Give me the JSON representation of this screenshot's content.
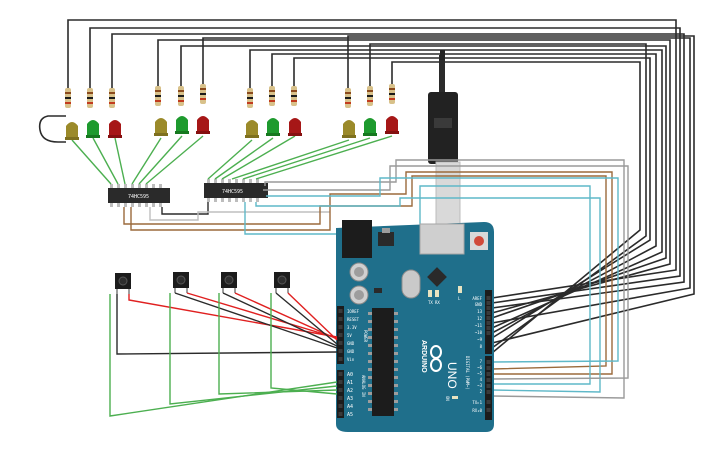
{
  "shift_registers": [
    {
      "label": "74HC595"
    },
    {
      "label": "74HC595"
    }
  ],
  "arduino": {
    "brand": "ARDUINO",
    "model": "UNO",
    "on_label": "ON",
    "power_pins": [
      "IOREF",
      "RESET",
      "3.3V",
      "5V",
      "GND",
      "GND",
      "Vin"
    ],
    "power_header": "POWER",
    "analog_pins": [
      "A0",
      "A1",
      "A2",
      "A3",
      "A4",
      "A5"
    ],
    "analog_header": "ANALOG IN",
    "digital_top_pins": [
      "AREF",
      "GND",
      "13",
      "12",
      "~11",
      "~10",
      "~9",
      "8"
    ],
    "digital_bottom_pins": [
      "7",
      "~6",
      "~5",
      "4",
      "~3",
      "2",
      "TX▸1",
      "RX◂0"
    ],
    "digital_header": "DIGITAL (PWM~)",
    "led_labels": [
      "TX",
      "RX",
      "L"
    ]
  },
  "leds": [
    {
      "color": "yellow",
      "fill": "#9b8a2a"
    },
    {
      "color": "green",
      "fill": "#1e9a2e"
    },
    {
      "color": "red",
      "fill": "#a61717"
    }
  ],
  "wire_colors": {
    "black": "#2b2b2b",
    "green": "#4caf50",
    "red": "#e02020",
    "brown": "#9b6a3c",
    "teal": "#5fb8c8",
    "gray": "#9a9a9a",
    "board": "#1f6f8b"
  }
}
